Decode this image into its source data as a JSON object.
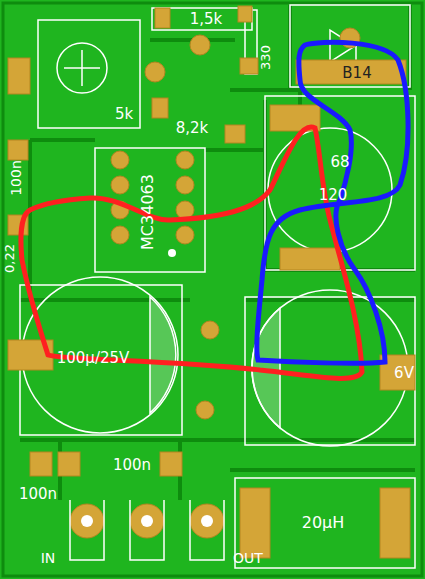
{
  "diagram": {
    "labels": [
      "1,5k",
      "330",
      "B14",
      "5k",
      "8,2k",
      "100n",
      "MC34063",
      "68",
      "120",
      "0,22",
      "100µ/25V",
      "6V",
      "100n",
      "100n",
      "IN",
      "OUT",
      "20µH"
    ]
  }
}
